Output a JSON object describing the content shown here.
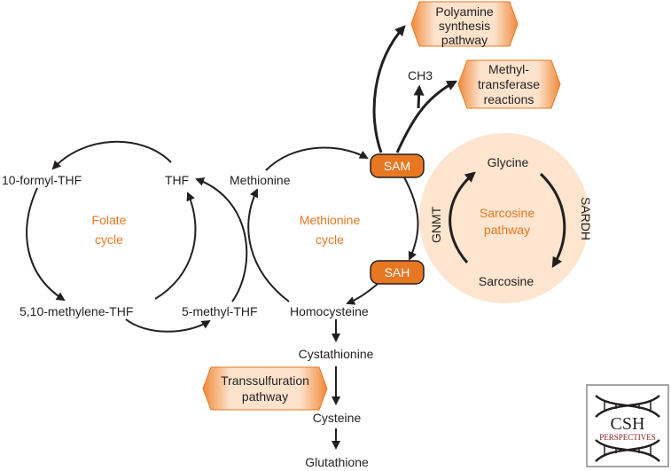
{
  "colors": {
    "orange": "#e87722",
    "orange_light": "#fde3cc",
    "pathway_bg": "#fde5cf",
    "text": "#231f20",
    "logo_red": "#8b1a1a"
  },
  "folate": {
    "ten_formyl": "10-formyl-THF",
    "thf": "THF",
    "methylene": "5,10-methylene-THF",
    "methyl": "5-methyl-THF",
    "cycle_line1": "Folate",
    "cycle_line2": "cycle"
  },
  "methionine": {
    "methionine": "Methionine",
    "homocysteine": "Homocysteine",
    "cycle_line1": "Methionine",
    "cycle_line2": "cycle",
    "sam": "SAM",
    "sah": "SAH",
    "ch3": "CH3"
  },
  "pathways": {
    "polyamine": [
      "Polyamine",
      "synthesis",
      "pathway"
    ],
    "methyltransferase": [
      "Methyl-",
      "transferase",
      "reactions"
    ],
    "transsulfuration": [
      "Transsulfuration",
      "pathway"
    ]
  },
  "sarcosine": {
    "glycine": "Glycine",
    "sarcosine": "Sarcosine",
    "pathway_line1": "Sarcosine",
    "pathway_line2": "pathway",
    "gnmt": "GNMT",
    "sardh": "SARDH"
  },
  "transsulfuration_chain": {
    "cystathionine": "Cystathionine",
    "cysteine": "Cysteine",
    "glutathione": "Glutathione"
  },
  "logo": {
    "line1": "CSH",
    "line2": "PERSPECTIVES"
  },
  "icons": {
    "hexagon": "hexagon-shape",
    "pill": "rounded-rect-shape",
    "arrow": "arrow-icon"
  }
}
